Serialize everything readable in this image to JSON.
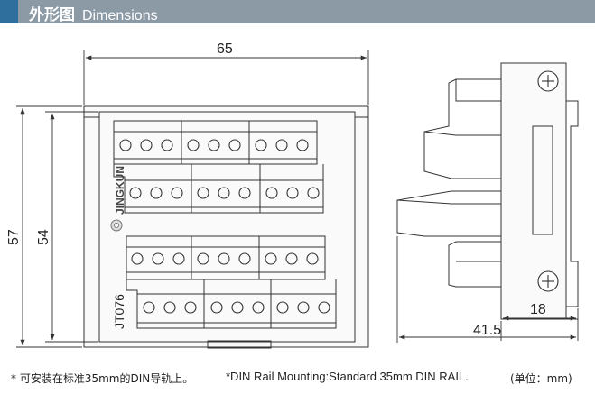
{
  "header": {
    "title_cn": "外形图",
    "title_en": "Dimensions"
  },
  "dimensions": {
    "width": "65",
    "height_outer": "57",
    "height_inner": "54",
    "depth": "41.5",
    "rail_part": "18"
  },
  "product": {
    "brand": "JINGKUN",
    "model": "JT076"
  },
  "footer": {
    "note_cn": "* 可安装在标准35mm的DIN导轨上。",
    "note_en": "*DIN Rail Mounting:Standard 35mm DIN RAIL.",
    "unit": "(单位：mm)"
  },
  "colors": {
    "header_bg": "#8c9aa6",
    "header_accent": "#2f6f9e",
    "line": "#333333"
  }
}
